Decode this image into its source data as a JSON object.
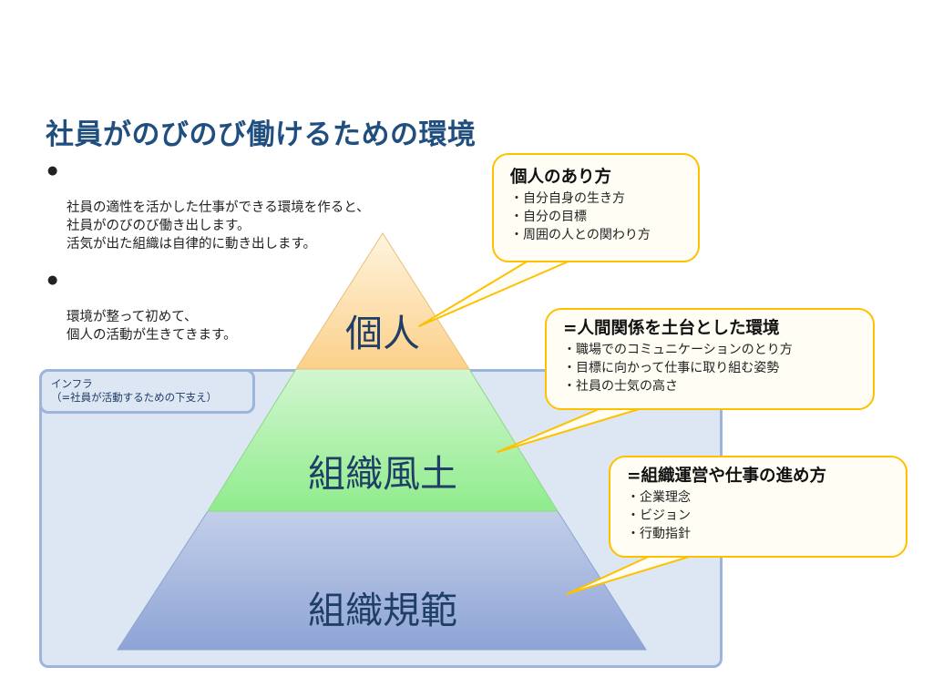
{
  "title": "社員がのびのび働けるための環境",
  "bullets": [
    "社員の適性を活かした仕事ができる環境を作ると、\n社員がのびのび働き出します。\n活気が出た組織は自律的に動き出します。",
    "環境が整って初めて、\n個人の活動が生きてきます。"
  ],
  "bullet_marker": "●",
  "infra_label": "インフラ\n（=社員が活動するための下支え）",
  "pyramid": {
    "top": "個人",
    "middle": "組織風土",
    "bottom": "組織規範"
  },
  "callouts": {
    "c1": {
      "title": "個人のあり方",
      "items": [
        "・自分自身の生き方",
        "・自分の目標",
        "・周囲の人との関わり方"
      ]
    },
    "c2": {
      "title": "=人間関係を土台とした環境",
      "items": [
        "・職場でのコミュニケーションのとり方",
        "・目標に向かって仕事に取り組む姿勢",
        "・社員の士気の高さ"
      ]
    },
    "c3": {
      "title": "=組織運営や仕事の進め方",
      "items": [
        "・企業理念",
        "・ビジョン",
        "・行動指針"
      ]
    }
  },
  "colors": {
    "title": "#1f4e7f",
    "top_layer": "#fbd08a",
    "middle_layer": "#9ef09c",
    "bottom_layer": "#9fb2dc",
    "callout_border": "#ffc000",
    "infra_fill": "#dde7f4",
    "infra_border": "#9db4dd"
  }
}
